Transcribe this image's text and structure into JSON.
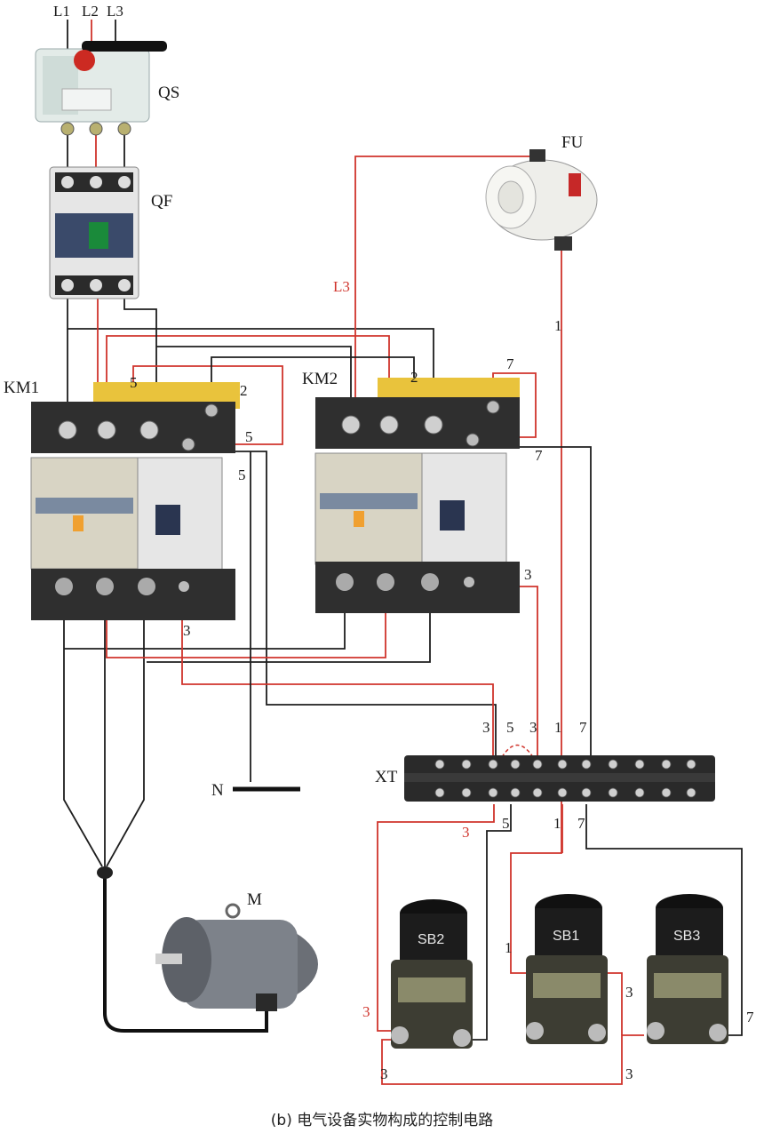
{
  "labels": {
    "L1": "L1",
    "L2": "L2",
    "L3": "L3",
    "QS": "QS",
    "QF": "QF",
    "FU": "FU",
    "L3_red": "L3",
    "KM1": "KM1",
    "KM2": "KM2",
    "XT": "XT",
    "N": "N",
    "M": "M",
    "SB1": "SB1",
    "SB2": "SB2",
    "SB3": "SB3"
  },
  "wire_numbers": {
    "km1_5a": "5",
    "km1_2": "2",
    "km1_5b": "5",
    "km1_5c": "5",
    "km1_3": "3",
    "km2_2": "2",
    "km2_7a": "7",
    "km2_7b": "7",
    "km2_3": "3",
    "fu_1": "1",
    "xt_top_3a": "3",
    "xt_top_5": "5",
    "xt_top_3b": "3",
    "xt_top_1": "1",
    "xt_top_7": "7",
    "xt_bot_3": "3",
    "xt_bot_5": "5",
    "xt_bot_1": "1",
    "xt_bot_7": "7",
    "sb1_1": "1",
    "sb2_3": "3",
    "sb_bottom_3a": "3",
    "sb1_3": "3",
    "sb_bottom_3b": "3",
    "sb3_7": "7"
  },
  "caption": "(b) 电气设备实物构成的控制电路",
  "colors": {
    "wire_black": "#1e1e1e",
    "wire_red": "#d0342c",
    "panel_dark": "#2d2d2d",
    "relay_beige": "#d8d4c4",
    "label_yellow": "#e9c33c"
  }
}
